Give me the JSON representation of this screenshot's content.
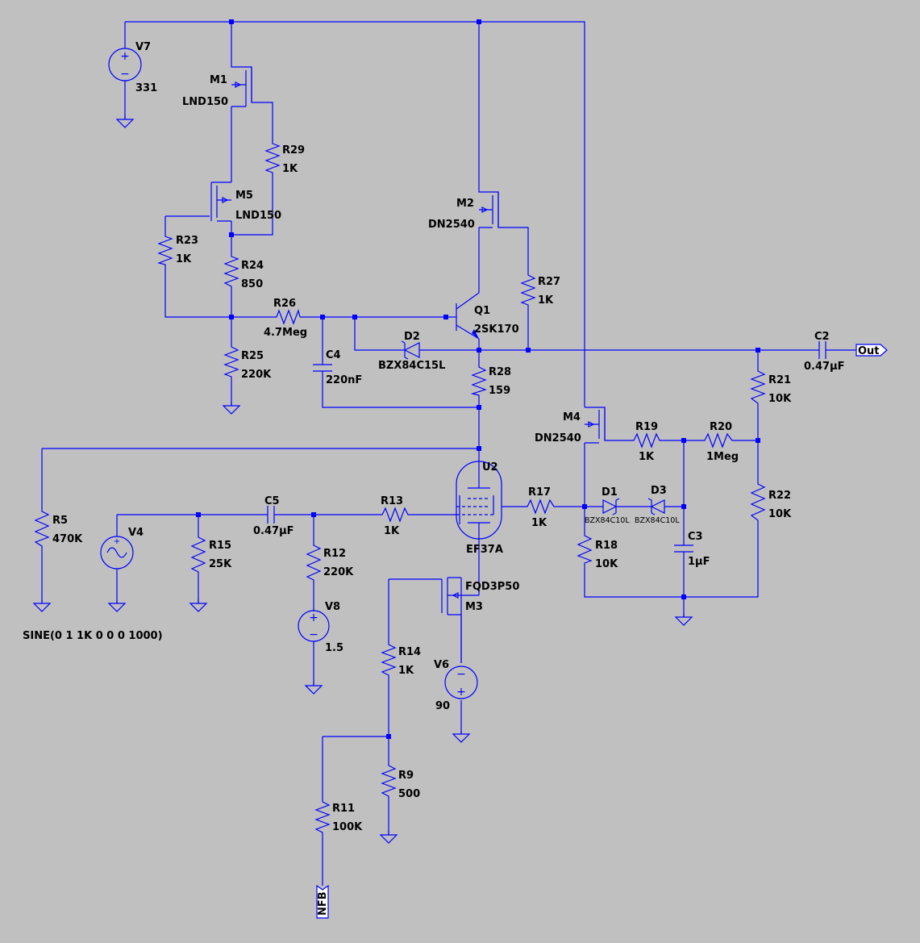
{
  "title": "",
  "labels": {
    "V7": "V7",
    "V7_val": "331",
    "M1": "M1",
    "M1_val": "LND150",
    "R29": "R29",
    "R29_val": "1K",
    "M5": "M5",
    "M5_val": "LND150",
    "R23": "R23",
    "R23_val": "1K",
    "R24": "R24",
    "R24_val": "850",
    "R26": "R26",
    "R26_val": "4.7Meg",
    "R25": "R25",
    "R25_val": "220K",
    "C4": "C4",
    "C4_val": "220nF",
    "M2": "M2",
    "M2_val": "DN2540",
    "R27": "R27",
    "R27_val": "1K",
    "Q1": "Q1",
    "Q1_val": "2SK170",
    "D2": "D2",
    "D2_val": "BZX84C15L",
    "R28": "R28",
    "R28_val": "159",
    "C2": "C2",
    "C2_val": "0.47µF",
    "out": "Out",
    "R21": "R21",
    "R21_val": "10K",
    "M4": "M4",
    "M4_val": "DN2540",
    "R19": "R19",
    "R19_val": "1K",
    "R20": "R20",
    "R20_val": "1Meg",
    "U2": "U2",
    "U2_val": "EF37A",
    "R5": "R5",
    "R5_val": "470K",
    "V4": "V4",
    "V4_sine": "SINE(0 1 1K 0 0 0 1000)",
    "R15": "R15",
    "R15_val": "25K",
    "C5": "C5",
    "C5_val": "0.47µF",
    "R13": "R13",
    "R13_val": "1K",
    "R12": "R12",
    "R12_val": "220K",
    "V8": "V8",
    "V8_val": "1.5",
    "R17": "R17",
    "R17_val": "1K",
    "D1": "D1",
    "D1_val": "BZX84C10L",
    "D3": "D3",
    "D3_val": "BZX84C10L",
    "R22": "R22",
    "R22_val": "10K",
    "R18": "R18",
    "R18_val": "10K",
    "C3": "C3",
    "C3_val": "1µF",
    "M3": "M3",
    "M3_val": "FQD3P50",
    "R14": "R14",
    "R14_val": "1K",
    "V6": "V6",
    "V6_val": "90",
    "R9": "R9",
    "R9_val": "500",
    "R11": "R11",
    "R11_val": "100K",
    "nfb": "NFB"
  }
}
